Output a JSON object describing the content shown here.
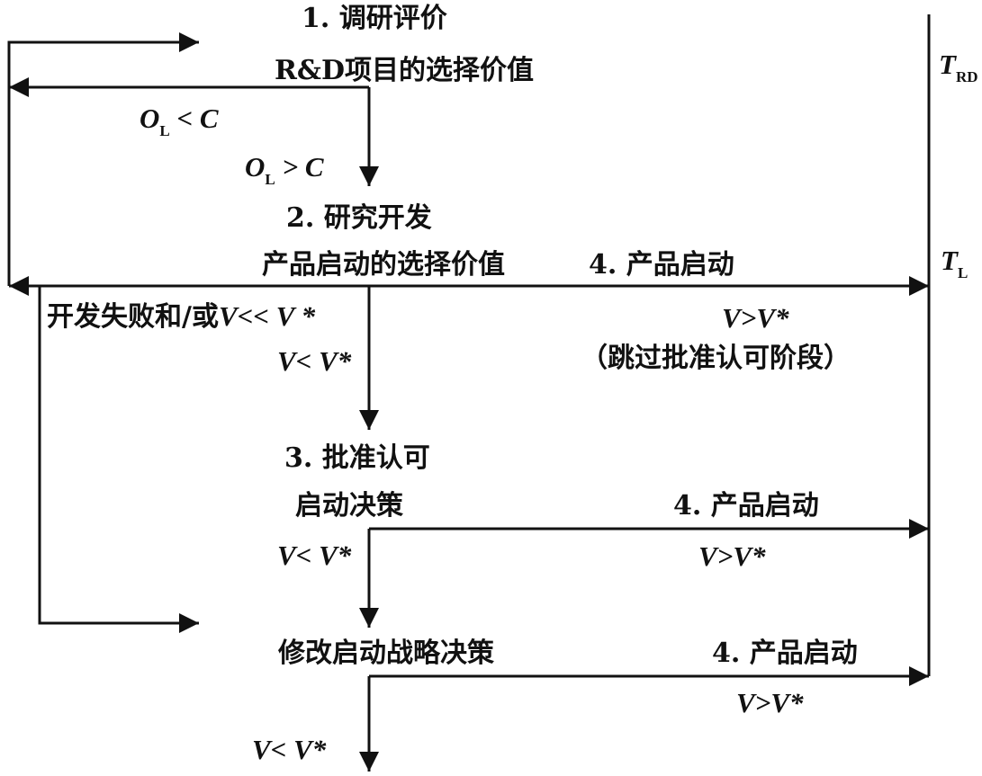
{
  "diagram": {
    "step1": {
      "title": "1. 调研评价",
      "subtitle": "R&D项目的选择价值"
    },
    "loop_condition": {
      "var": "O",
      "sub": "L",
      "op": "< C"
    },
    "go_condition": {
      "var": "O",
      "sub": "L",
      "op": "> C"
    },
    "step2": {
      "title": "2. 研究开发",
      "subtitle": "产品启动的选择价值"
    },
    "fail_condition": {
      "text": "开发失败和/或",
      "math": "V<< V *"
    },
    "step2_down_condition": "V< V*",
    "launch_top": {
      "label": "4. 产品启动",
      "condition": "V>V*",
      "note": "（跳过批准认可阶段）"
    },
    "step3": {
      "title": "3. 批准认可",
      "subtitle": "启动决策"
    },
    "step3_down_condition": "V< V*",
    "launch_mid": {
      "label": "4. 产品启动",
      "condition": "V>V*"
    },
    "step4": {
      "title": "修改启动战略决策"
    },
    "launch_bottom": {
      "label": "4. 产品启动",
      "condition": "V>V*"
    },
    "step4_down_condition": "V< V*",
    "t_rd": {
      "var": "T",
      "sub": "RD"
    },
    "t_l": {
      "var": "T",
      "sub": "L"
    }
  },
  "colors": {
    "ink": "#111111",
    "background": "#ffffff"
  }
}
